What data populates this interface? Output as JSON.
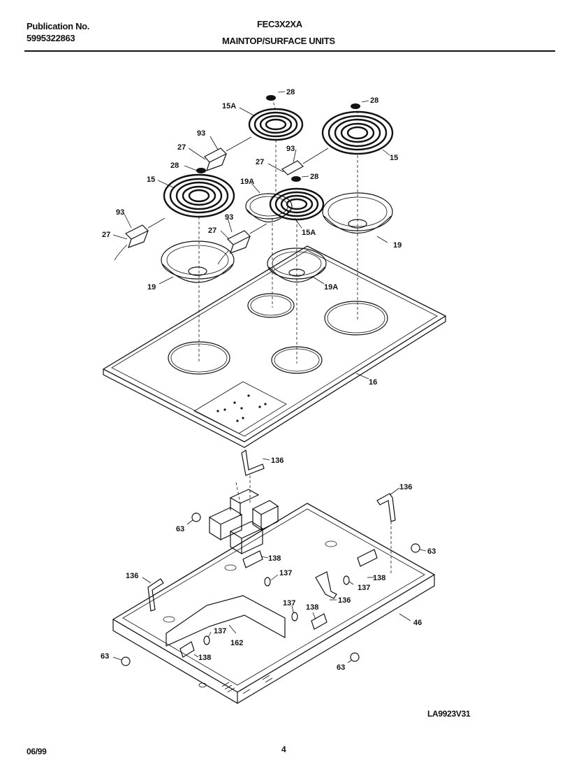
{
  "header": {
    "publication_label": "Publication No.",
    "publication_number": "5995322863",
    "model": "FEC3X2XA",
    "section_title": "MAINTOP/SURFACE UNITS"
  },
  "footer": {
    "date": "06/99",
    "page_number": "4",
    "drawing_id": "LA9923V31"
  },
  "callouts": {
    "c28a": "28",
    "c28b": "28",
    "c28c": "28",
    "c28d": "28",
    "c15a_top": "15A",
    "c15_right": "15",
    "c15_left": "15",
    "c15a_mid": "15A",
    "c93a": "93",
    "c93b": "93",
    "c93c": "93",
    "c93d": "93",
    "c27a": "27",
    "c27b": "27",
    "c27c": "27",
    "c27d": "27",
    "c19a_mid": "19A",
    "c19a_low": "19A",
    "c19_right": "19",
    "c19_left": "19",
    "c16": "16",
    "c136a": "136",
    "c136b": "136",
    "c136c": "136",
    "c136d": "136",
    "c138a": "138",
    "c138b": "138",
    "c138c": "138",
    "c138d": "138",
    "c137a": "137",
    "c137b": "137",
    "c137c": "137",
    "c137d": "137",
    "c63a": "63",
    "c63b": "63",
    "c63c": "63",
    "c63d": "63",
    "c46": "46",
    "c162": "162"
  }
}
